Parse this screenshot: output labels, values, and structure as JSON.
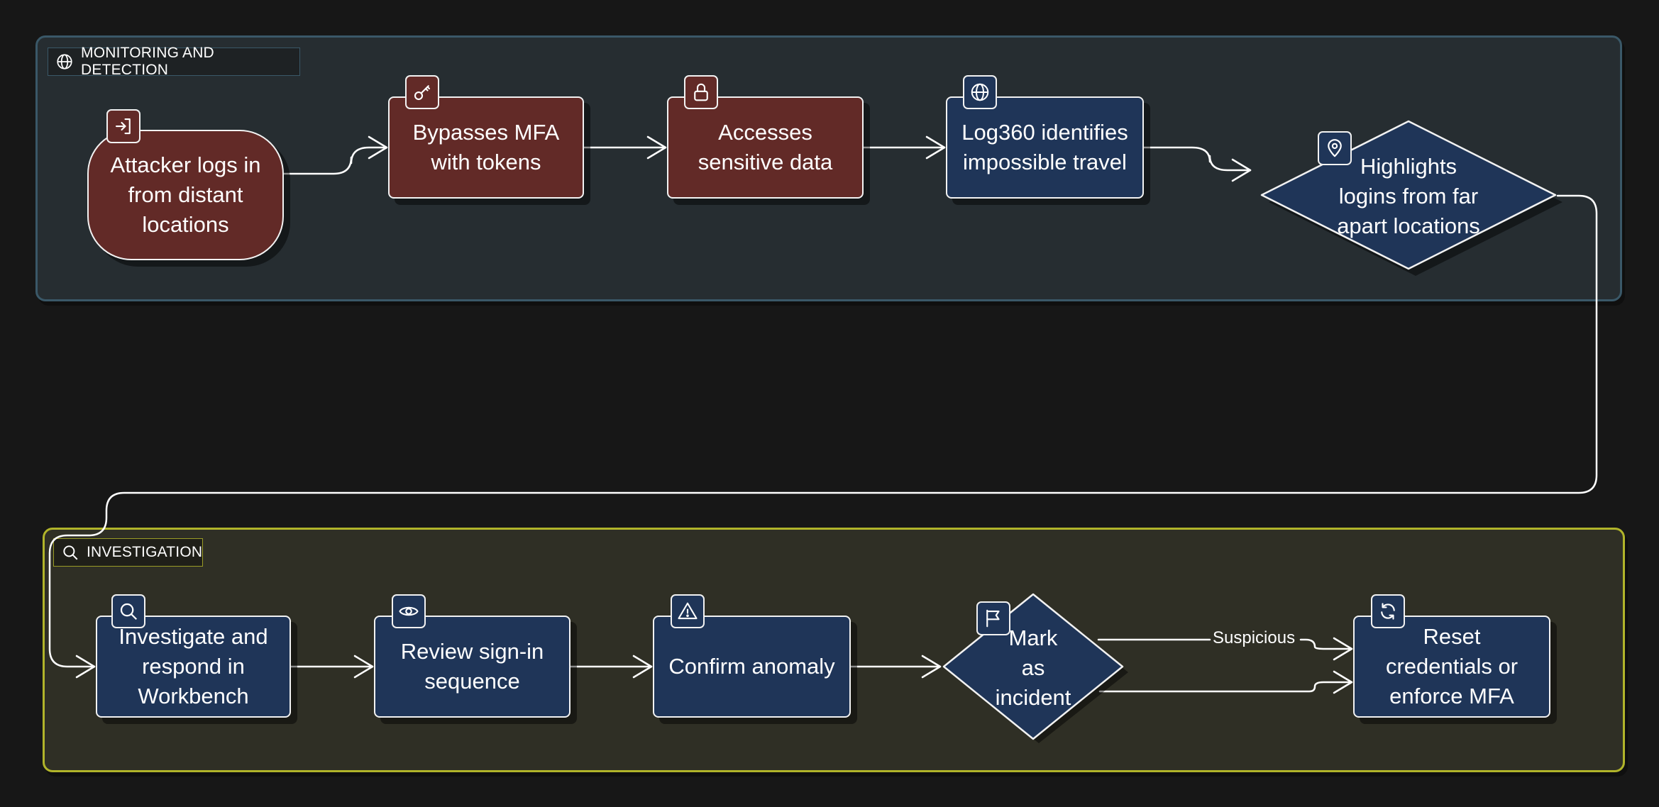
{
  "groups": {
    "monitoring": {
      "label": "MONITORING AND DETECTION",
      "icon": "globe-icon",
      "border_color": "#3a5868"
    },
    "investigation": {
      "label": "INVESTIGATION",
      "icon": "search-icon",
      "border_color": "#b1b42a"
    }
  },
  "nodes": {
    "attacker_logs": {
      "text": "Attacker logs in\nfrom distant\nlocations",
      "icon": "login-icon",
      "color": "#622a27"
    },
    "bypasses_mfa": {
      "text": "Bypasses MFA\nwith tokens",
      "icon": "key-icon",
      "color": "#622a27"
    },
    "accesses_data": {
      "text": "Accesses\nsensitive data",
      "icon": "lock-icon",
      "color": "#622a27"
    },
    "log360": {
      "text": "Log360 identifies\nimpossible travel",
      "icon": "globe-icon",
      "color": "#1f3558"
    },
    "highlights": {
      "text": "Highlights\nlogins from far\napart locations",
      "icon": "map-pin-icon",
      "color": "#1f3558"
    },
    "investigate": {
      "text": "Investigate and\nrespond in\nWorkbench",
      "icon": "search-icon",
      "color": "#1f3558"
    },
    "review": {
      "text": "Review sign-in\nsequence",
      "icon": "eye-icon",
      "color": "#1f3558"
    },
    "confirm": {
      "text": "Confirm anomaly",
      "icon": "warning-icon",
      "color": "#1f3558"
    },
    "mark_incident": {
      "text": "Mark\nas\nincident",
      "icon": "flag-icon",
      "color": "#1f3558"
    },
    "reset": {
      "text": "Reset\ncredentials or\nenforce MFA",
      "icon": "refresh-icon",
      "color": "#1f3558"
    }
  },
  "edges": {
    "suspicious_label": "Suspicious"
  }
}
